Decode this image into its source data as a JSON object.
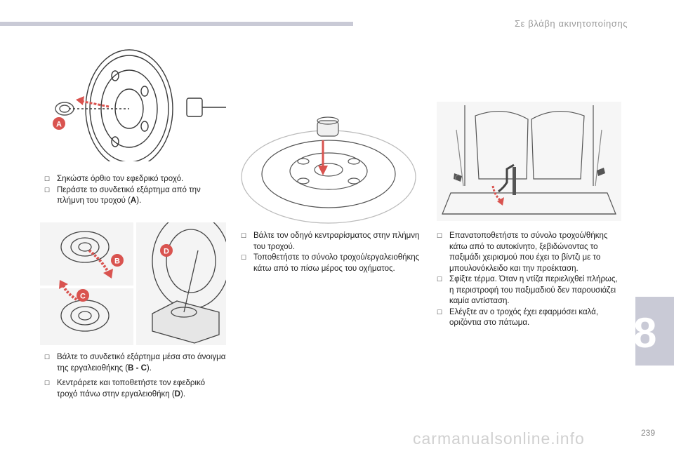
{
  "header": {
    "section_title": "Σε βλάβη ακινητοποίησης"
  },
  "chapter": {
    "number": "8"
  },
  "footer": {
    "page_number": "239",
    "watermark": "carmanualsonline.info"
  },
  "figures": {
    "fig1": {
      "callout": "A"
    },
    "fig2": {
      "callout_b": "B",
      "callout_c": "C",
      "callout_d": "D"
    }
  },
  "col1": {
    "step1": "Σηκώστε όρθιο τον εφεδρικό τροχό.",
    "step2_pre": "Περάστε το συνδετικό εξάρτημα από την πλήμνη του τροχού (",
    "step2_ref": "A",
    "step2_post": ").",
    "step3_pre": "Βάλτε το συνδετικό εξάρτημα μέσα στο άνοιγμα της εργαλειοθήκης (",
    "step3_ref": "B - C",
    "step3_post": ").",
    "step4_pre": "Κεντράρετε και τοποθετήστε τον εφεδρικό τροχό πάνω στην εργαλειοθήκη (",
    "step4_ref": "D",
    "step4_post": ")."
  },
  "col2": {
    "step1": "Βάλτε τον οδηγό κεντραρίσματος στην πλήμνη του τροχού.",
    "step2": "Τοποθετήστε το σύνολο τροχού/εργαλειοθήκης κάτω από το πίσω μέρος του οχήματος."
  },
  "col3": {
    "step1": "Επανατοποθετήστε το σύνολο τροχού/θήκης κάτω από το αυτοκίνητο, ξεβιδώνοντας το παξιμάδι χειρισμού που έχει το βίντζι με το μπουλονόκλειδο και την προέκταση.",
    "step2": "Σφίξτε τέρμα. Όταν η ντίζα περιελιχθεί πλήρως, η περιστροφή του παξιμαδιού δεν παρουσιάζει καμία αντίσταση.",
    "step3": "Ελέγξτε αν ο τροχός έχει εφαρμόσει καλά, οριζόντια στο πάτωμα."
  },
  "colors": {
    "accent_red": "#d9534f",
    "bar_gray": "#c9cad6"
  },
  "icons": [
    "checkbox-bullet-icon",
    "red-arrow-icon"
  ]
}
